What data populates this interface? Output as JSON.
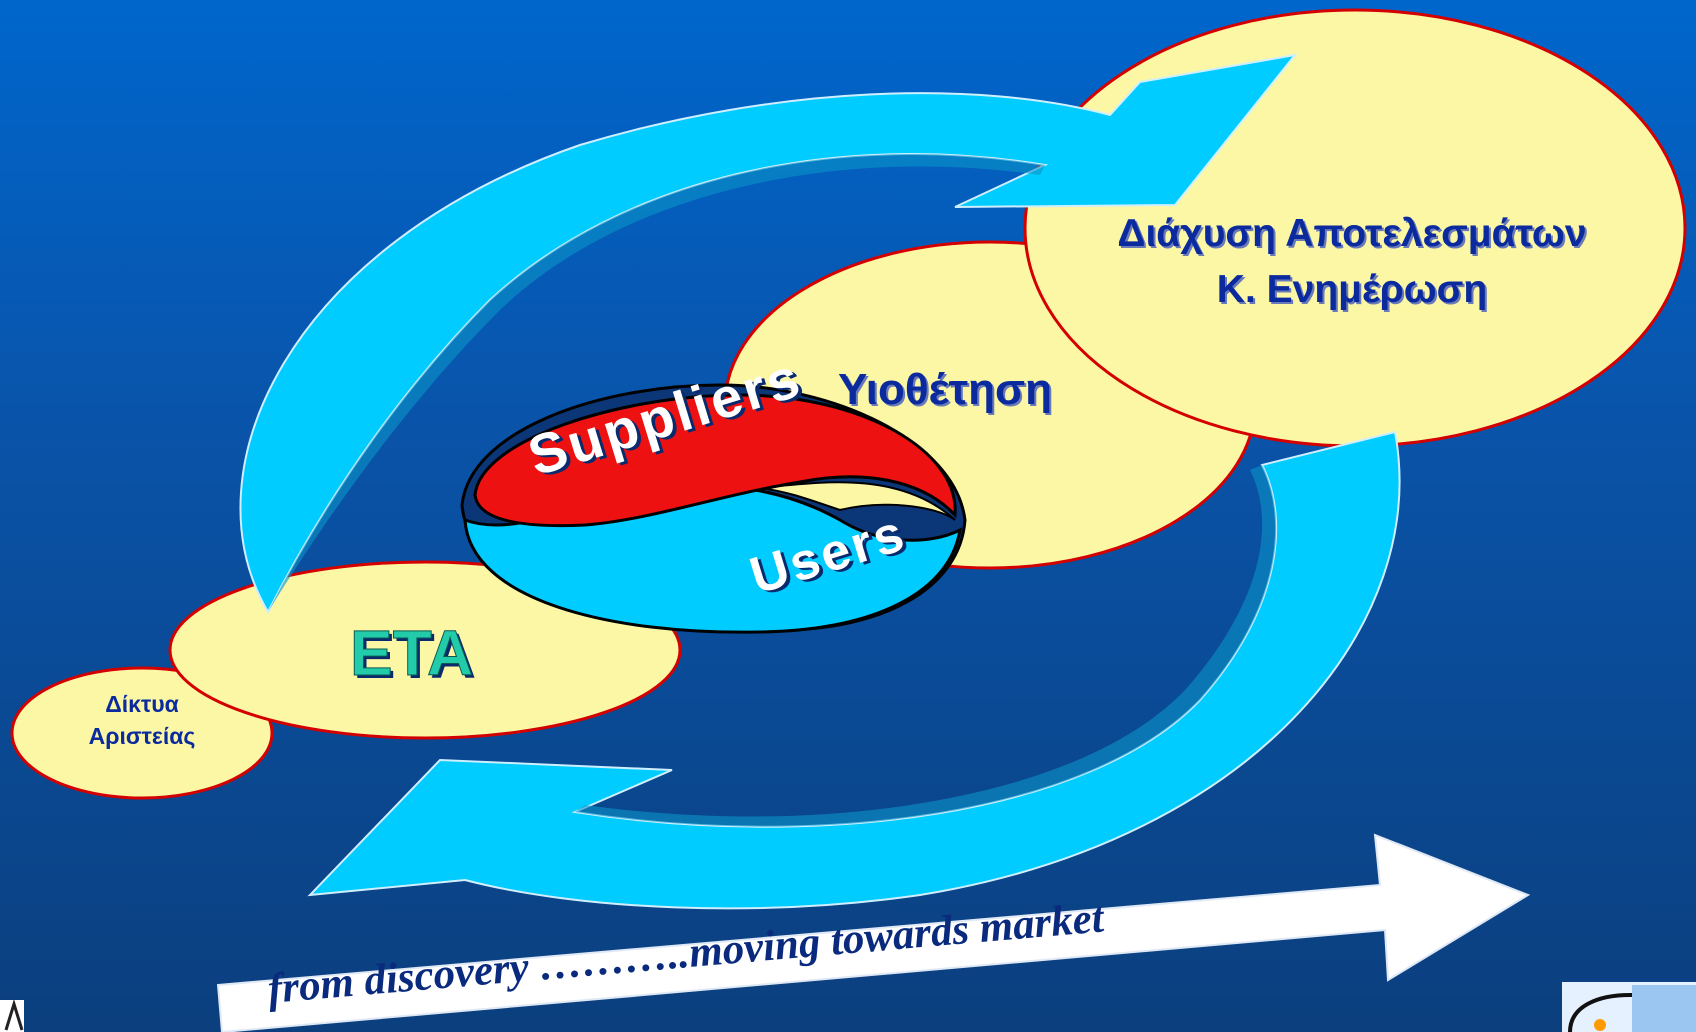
{
  "nodes": {
    "diktya": {
      "line1": "Δίκτυα",
      "line2": "Αριστείας"
    },
    "eta": {
      "label": "ETA"
    },
    "yiothetisi": {
      "label": "Υιοθέτηση"
    },
    "diaxysi": {
      "line1": "Διάχυση Αποτελεσμάτων",
      "line2": "Κ. Ενημέρωση"
    }
  },
  "center": {
    "suppliers": "Suppliers",
    "users": "Users"
  },
  "bottom_arrow": {
    "text": "from discovery ………..moving towards market"
  },
  "colors": {
    "ellipse_fill": "#fbf7a5",
    "ellipse_stroke": "#d40000",
    "cycle_arrow": "#00ccff",
    "suppliers": "#ee1111",
    "users": "#00ccff",
    "label_text": "#0a2a9e",
    "eta_text": "#22ccaa"
  }
}
